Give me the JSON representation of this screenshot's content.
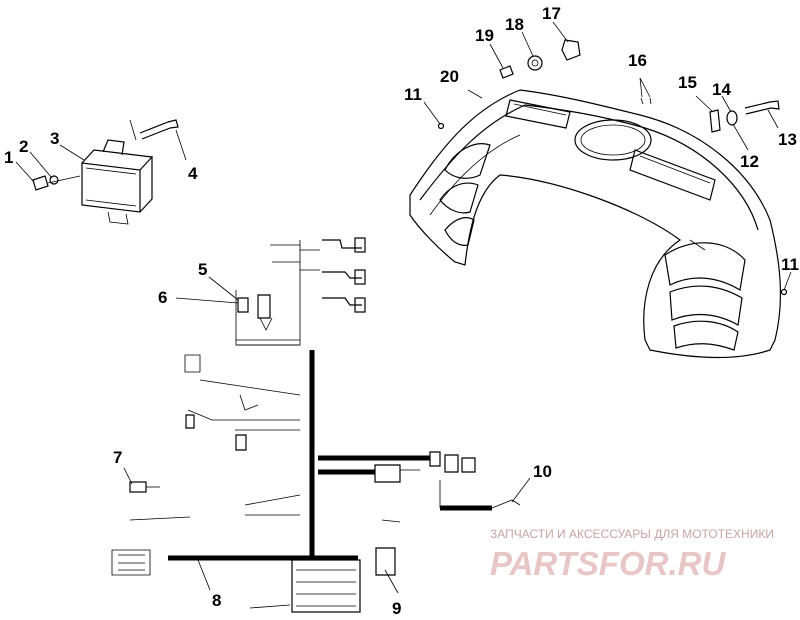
{
  "callouts": [
    {
      "id": "c1",
      "label": "1"
    },
    {
      "id": "c2",
      "label": "2"
    },
    {
      "id": "c3",
      "label": "3"
    },
    {
      "id": "c4",
      "label": "4"
    },
    {
      "id": "c5",
      "label": "5"
    },
    {
      "id": "c6",
      "label": "6"
    },
    {
      "id": "c7",
      "label": "7"
    },
    {
      "id": "c8",
      "label": "8"
    },
    {
      "id": "c9",
      "label": "9"
    },
    {
      "id": "c10",
      "label": "10"
    },
    {
      "id": "c11a",
      "label": "11"
    },
    {
      "id": "c11b",
      "label": "11"
    },
    {
      "id": "c12",
      "label": "12"
    },
    {
      "id": "c13",
      "label": "13"
    },
    {
      "id": "c14",
      "label": "14"
    },
    {
      "id": "c15",
      "label": "15"
    },
    {
      "id": "c16",
      "label": "16"
    },
    {
      "id": "c17",
      "label": "17"
    },
    {
      "id": "c18",
      "label": "18"
    },
    {
      "id": "c19",
      "label": "19"
    },
    {
      "id": "c20",
      "label": "20"
    }
  ],
  "watermark": {
    "tagline": "ЗАПЧАСТИ И АКСЕССУАРЫ ДЛЯ МОТОТЕХНИКИ",
    "brand": "PARTSFOR.RU",
    "color": "#e8c6c6"
  }
}
